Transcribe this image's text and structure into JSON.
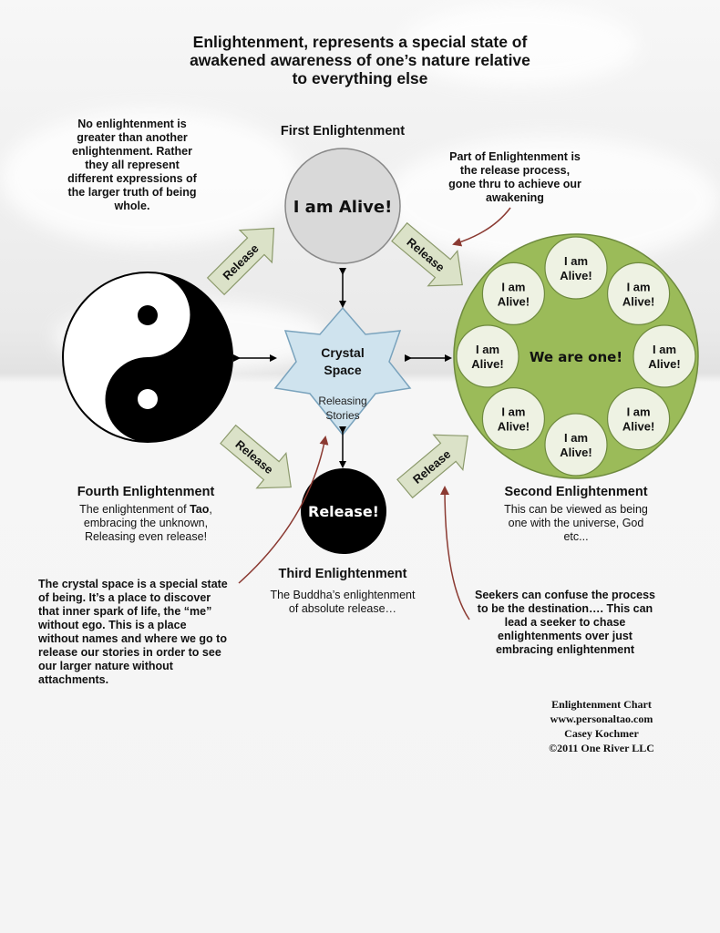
{
  "title_lines": [
    "Enlightenment, represents a special state of",
    "awakened awareness of one’s nature relative",
    "to everything else"
  ],
  "note_left": {
    "lines": [
      "No enlightenment is",
      "greater than another",
      "enlightenment. Rather",
      "they all represent",
      "different expressions of",
      "the larger truth of being",
      "whole."
    ]
  },
  "note_release": {
    "lines": [
      "Part of Enlightenment is",
      "the release process,",
      "gone thru to achieve our",
      "awakening"
    ]
  },
  "first": {
    "heading": "First Enlightenment",
    "circle_text": "I am Alive!"
  },
  "second": {
    "heading": "Second Enlightenment",
    "lines": [
      "This can be viewed as being",
      "one with the universe, God",
      "etc..."
    ],
    "center_text": "We are one!",
    "small_circle_lines": [
      "I am",
      "Alive!"
    ]
  },
  "third": {
    "heading": "Third Enlightenment",
    "lines": [
      "The Buddha’s enlightenment",
      "of absolute release…"
    ],
    "circle_text": "Release!"
  },
  "fourth": {
    "heading": "Fourth Enlightenment",
    "line1_pre": "The enlightenment of ",
    "line1_bold": "Tao",
    "line1_post": ",",
    "lines": [
      "embracing the unknown,",
      "Releasing even release!"
    ]
  },
  "crystal": {
    "title_lines": [
      "Crystal",
      "Space"
    ],
    "sub_lines": [
      "Releasing",
      "Stories"
    ]
  },
  "arrow_label": "Release",
  "note_crystal": {
    "lines": [
      "The crystal space is a special state",
      "of being. It’s a place to discover",
      "that inner spark of life, the “me”",
      "without ego. This is a place",
      "without names and where we go to",
      "release our stories in order to see",
      "our larger nature without",
      "attachments."
    ]
  },
  "note_seekers": {
    "lines": [
      "Seekers can confuse the process",
      "to be the destination…. This can",
      "lead a seeker to chase",
      "enlightenments over just",
      "embracing enlightenment"
    ]
  },
  "credits": {
    "lines": [
      "Enlightenment Chart",
      "www.personaltao.com",
      "Casey Kochmer",
      "©2011 One River LLC"
    ]
  },
  "colors": {
    "first_circle": "#d9d9d9",
    "second_circle": "#9bbb59",
    "crystal_fill": "#cfe3ee",
    "arrow_fill": "#dbe2c8",
    "pointer": "#8b3a32"
  }
}
